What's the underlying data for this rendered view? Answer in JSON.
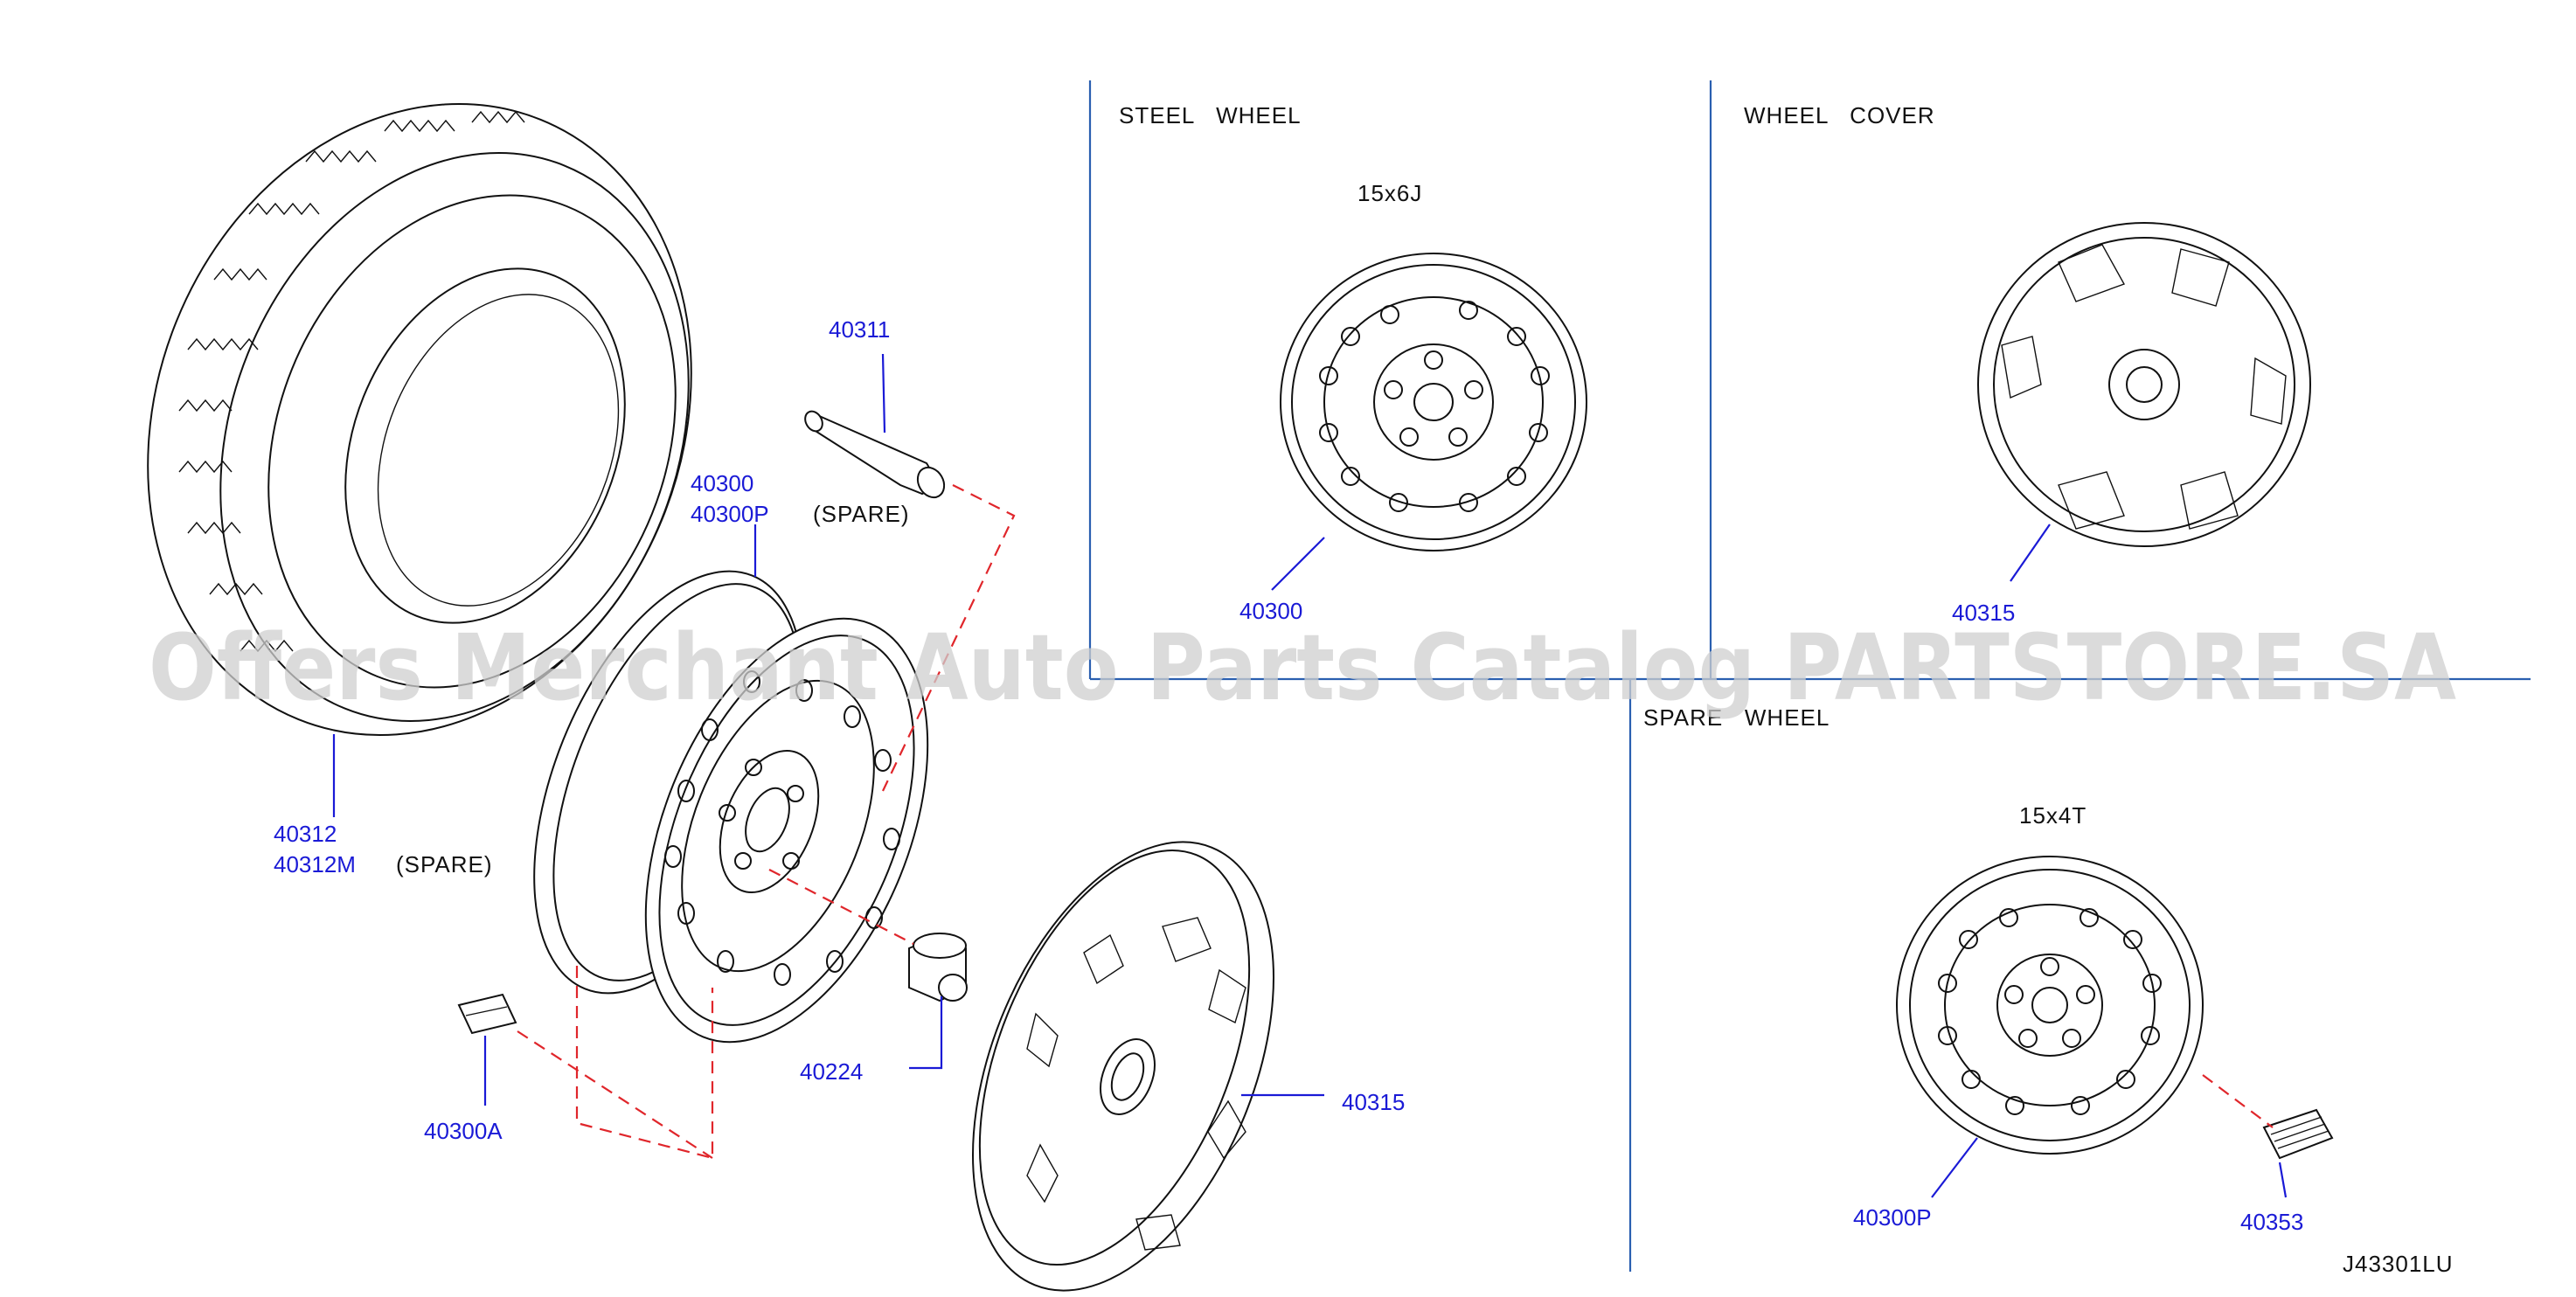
{
  "sections": {
    "steel_wheel": {
      "title": "STEEL   WHEEL",
      "size": "15x6J"
    },
    "wheel_cover": {
      "title": "WHEEL   COVER"
    },
    "spare_wheel": {
      "title": "SPARE   WHEEL",
      "size": "15x4T"
    }
  },
  "parts": {
    "p40311": "40311",
    "p40300": "40300",
    "p40300P": "40300P",
    "spare1": "(SPARE)",
    "p40312": "40312",
    "p40312M": "40312M",
    "spare2": "(SPARE)",
    "p40224": "40224",
    "p40300A": "40300A",
    "p40315_main": "40315",
    "p40300_steel": "40300",
    "p40315_cover": "40315",
    "p40300P_spare": "40300P",
    "p40353": "40353"
  },
  "diagram_code": "J43301LU",
  "watermark": "Offers Merchant Auto Parts Catalog PARTSTORE.SA",
  "colors": {
    "part_number": "#1a1ad6",
    "divider": "#2a5fb0",
    "dashed_line": "#e0262b",
    "watermark": "#cfcfcf"
  }
}
